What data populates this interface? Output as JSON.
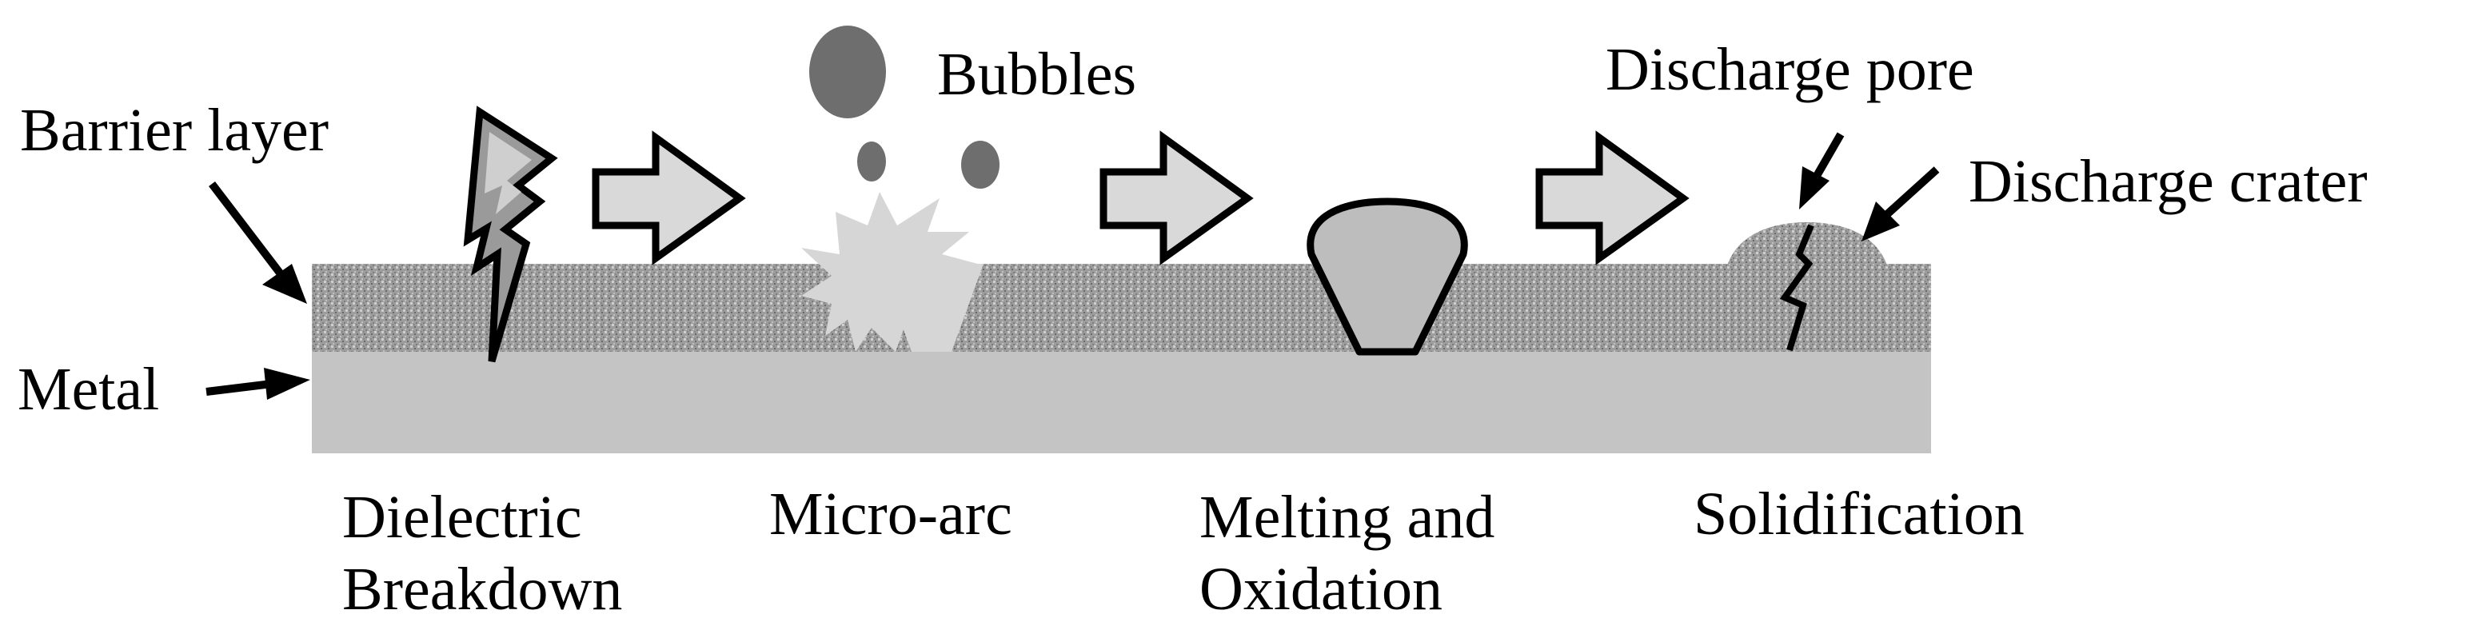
{
  "labels": {
    "barrier_layer": "Barrier layer",
    "metal": "Metal",
    "bubbles": "Bubbles",
    "discharge_pore": "Discharge pore",
    "discharge_crater": "Discharge crater"
  },
  "stages": [
    {
      "line1": "Dielectric",
      "line2": "Breakdown"
    },
    {
      "line1": "Micro-arc",
      "line2": ""
    },
    {
      "line1": "Melting and",
      "line2": "Oxidation"
    },
    {
      "line1": "Solidification",
      "line2": ""
    }
  ],
  "colors": {
    "metal": "#c4c4c4",
    "barrier_base": "#a6a6a6",
    "bubble": "#6e6e6e",
    "arrow_fill": "#d9d9d9",
    "spark": "#d6d6d6",
    "melt": "#bdbdbd"
  }
}
